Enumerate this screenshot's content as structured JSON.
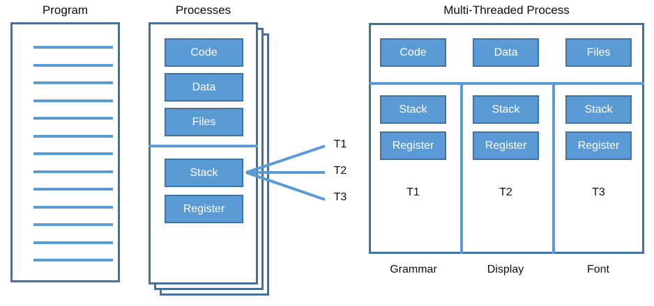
{
  "colors": {
    "block_fill": "#5B9BD5",
    "block_border": "#41719C",
    "outline": "#41719C",
    "connector": "#5B9BD5",
    "text_dark": "#0D0D0D",
    "text_on_block": "#FFFFFF",
    "background": "#FFFFFF"
  },
  "program": {
    "title": "Program",
    "code_line_count": 13
  },
  "processes": {
    "title": "Processes",
    "stacked_copies": 3,
    "upper_blocks": [
      {
        "label": "Code"
      },
      {
        "label": "Data"
      },
      {
        "label": "Files"
      }
    ],
    "lower_blocks": [
      {
        "label": "Stack"
      },
      {
        "label": "Register"
      }
    ]
  },
  "connectors": {
    "labels": [
      {
        "name": "T1"
      },
      {
        "name": "T2"
      },
      {
        "name": "T3"
      }
    ]
  },
  "multithreaded": {
    "title": "Multi-Threaded Process",
    "shared_blocks": [
      {
        "label": "Code"
      },
      {
        "label": "Data"
      },
      {
        "label": "Files"
      }
    ],
    "threads": [
      {
        "blocks": [
          {
            "label": "Stack"
          },
          {
            "label": "Register"
          }
        ],
        "name": "T1",
        "caption": "Grammar"
      },
      {
        "blocks": [
          {
            "label": "Stack"
          },
          {
            "label": "Register"
          }
        ],
        "name": "T2",
        "caption": "Display"
      },
      {
        "blocks": [
          {
            "label": "Stack"
          },
          {
            "label": "Register"
          }
        ],
        "name": "T3",
        "caption": "Font"
      }
    ]
  }
}
